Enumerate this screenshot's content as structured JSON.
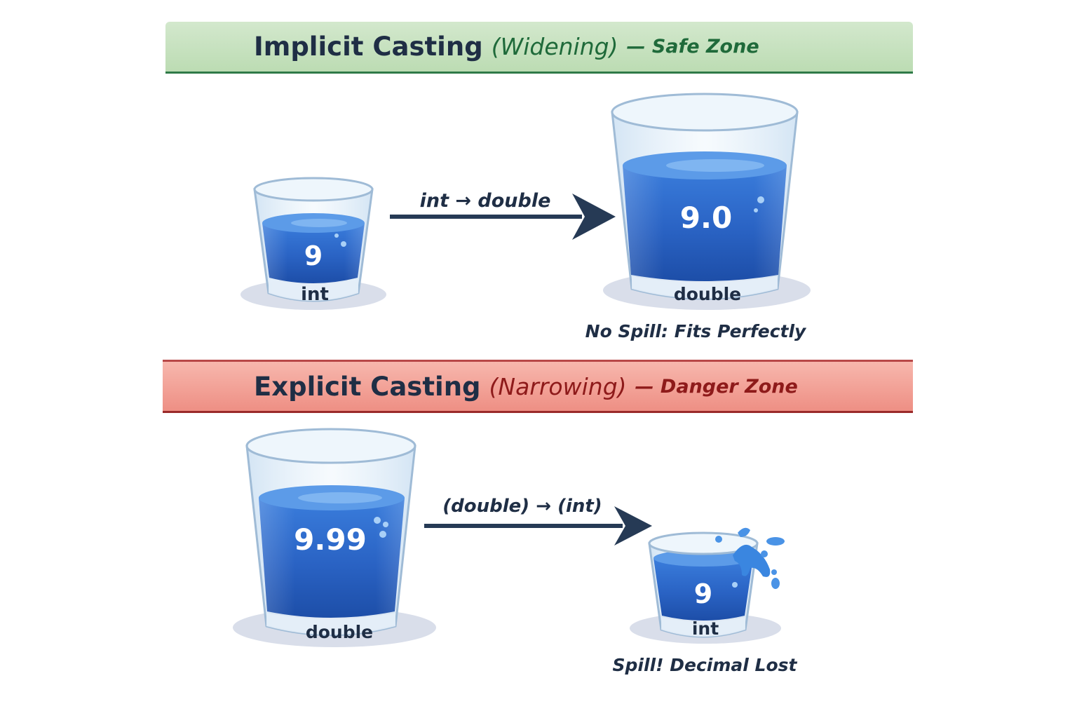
{
  "implicit": {
    "title": "Implicit Casting",
    "paren": "(Widening)",
    "subtitle": "— Safe Zone",
    "arrow_label": "int → double",
    "source_value": "9",
    "source_type": "int",
    "target_value": "9.0",
    "target_type": "double",
    "result_caption": "No Spill: Fits Perfectly"
  },
  "explicit": {
    "title": "Explicit Casting",
    "paren": "(Narrowing)",
    "subtitle": "— Danger Zone",
    "arrow_label": "(double) → (int)",
    "source_value": "9.99",
    "source_type": "double",
    "target_value": "9",
    "target_type": "int",
    "result_caption": "Spill! Decimal Lost"
  },
  "colors": {
    "safe_banner": "#c6e2bf",
    "safe_text": "#1f6a3a",
    "danger_banner": "#f2a198",
    "danger_text": "#8e1a1a",
    "arrow": "#263a55",
    "water": "#2a63c4",
    "ink": "#1f2e45"
  }
}
